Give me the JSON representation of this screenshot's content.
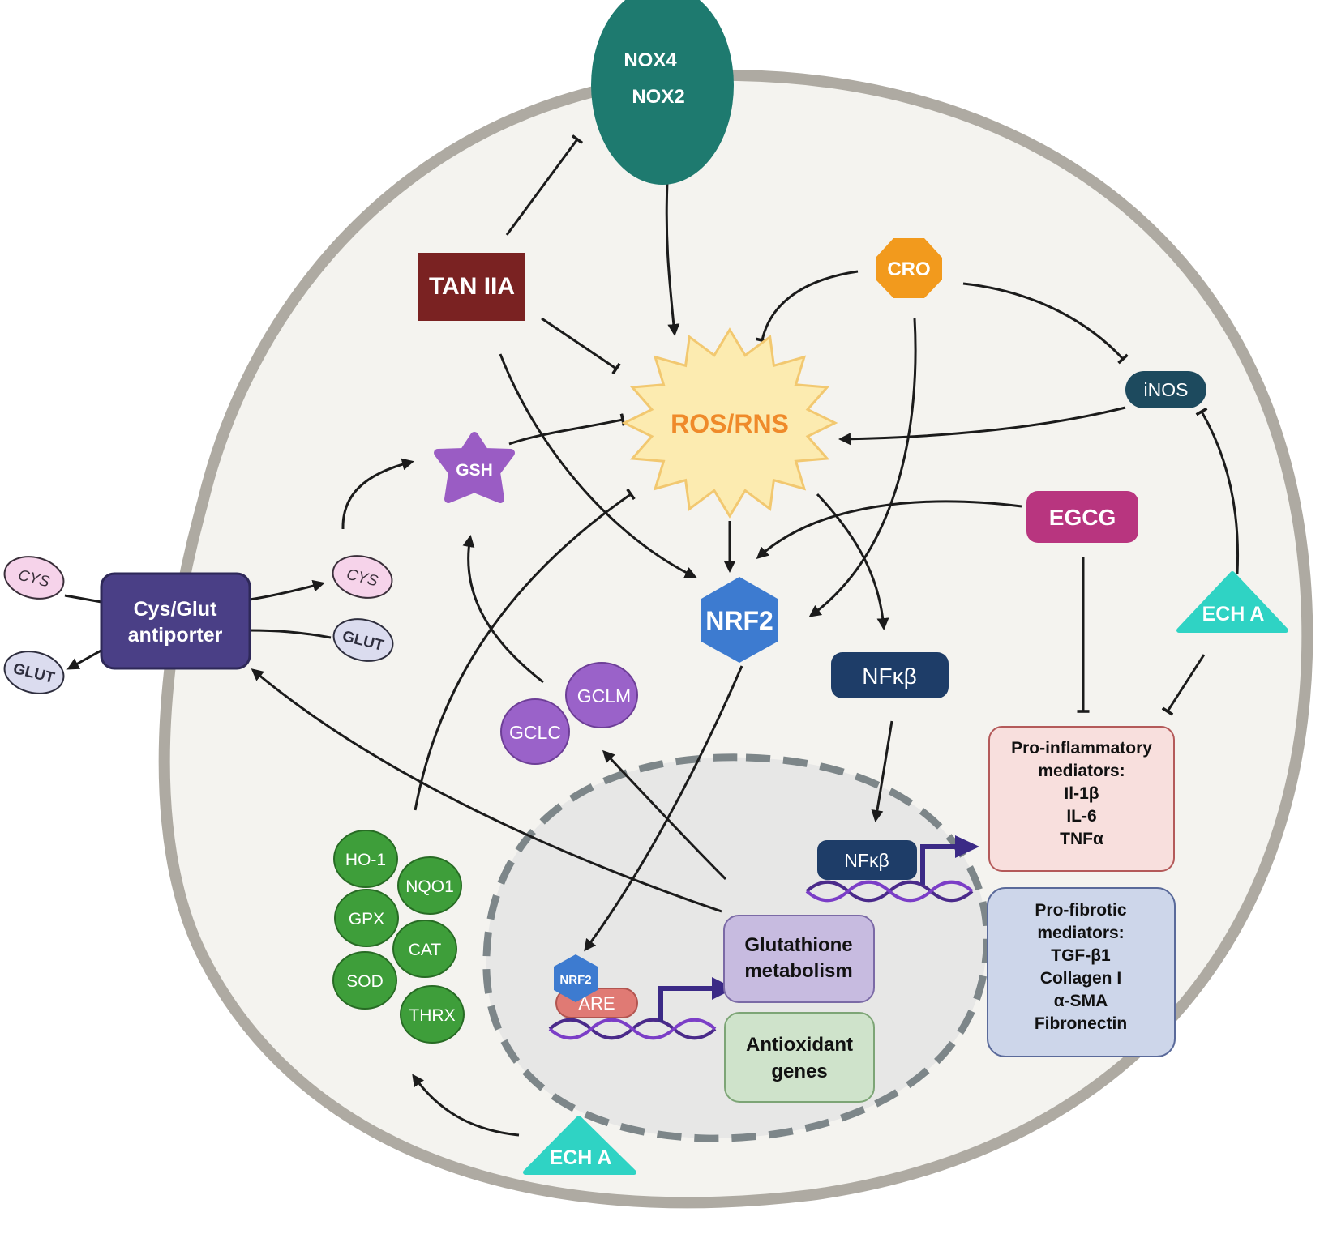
{
  "nodes": {
    "nox": {
      "line1": "NOX4",
      "line2": "NOX2"
    },
    "tan": "TAN IIA",
    "cro": "CRO",
    "ros": "ROS/RNS",
    "inos": "iNOS",
    "gsh": "GSH",
    "egcg": "EGCG",
    "nrf2": "NRF2",
    "nfkb": "NFκβ",
    "nfkb_nuclear": "NFκβ",
    "ech_a_right": "ECH A",
    "ech_a_bottom": "ECH A",
    "antiporter": {
      "line1": "Cys/Glut",
      "line2": "antiporter"
    },
    "cys_outside": "CYS",
    "cys_inside": "CYS",
    "glut_outside": "GLUT",
    "glut_inside": "GLUT",
    "gclm": "GCLM",
    "gclc": "GCLC",
    "nrf2_small": "NRF2",
    "are": "ARE",
    "glutathione_box": {
      "line1": "Glutathione",
      "line2": "metabolism"
    },
    "antioxidant_box": {
      "line1": "Antioxidant",
      "line2": "genes"
    }
  },
  "enzymes": [
    "HO-1",
    "NQO1",
    "GPX",
    "CAT",
    "SOD",
    "THRX"
  ],
  "pro_inflammatory": {
    "title1": "Pro-inflammatory",
    "title2": "mediators:",
    "items": [
      "Il-1β",
      "IL-6",
      "TNFα"
    ]
  },
  "pro_fibrotic": {
    "title1": "Pro-fibrotic",
    "title2": "mediators:",
    "items": [
      "TGF-β1",
      "Collagen I",
      "α-SMA",
      "Fibronectin"
    ]
  },
  "colors": {
    "cell_fill": "#f4f3ef",
    "cell_border": "#aeaaa2",
    "nox": "#1e7a6f",
    "tan": "#7a2222",
    "cro": "#f29a1d",
    "ros_fill": "#fcebb0",
    "ros_text": "#ef8a2a",
    "inos": "#1d4a5e",
    "gsh": "#9a5cc4",
    "egcg": "#b8357f",
    "nrf2": "#3d7bd0",
    "nfkb": "#1e3d68",
    "ech": "#2fd3c4",
    "antiporter": "#4a3f86",
    "enzyme": "#3e9e3a",
    "gcl": "#9a62c9"
  }
}
